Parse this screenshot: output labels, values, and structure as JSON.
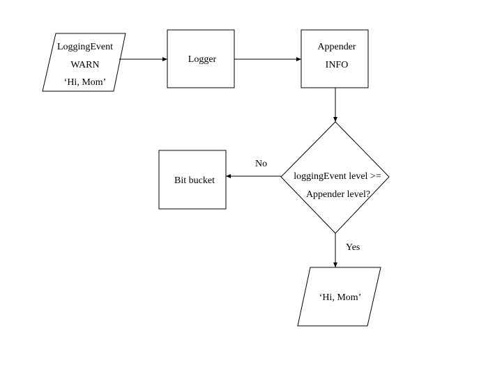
{
  "nodes": {
    "logging_event": {
      "lines": [
        "LoggingEvent",
        "WARN",
        "‘Hi, Mom’"
      ]
    },
    "logger": {
      "label": "Logger"
    },
    "appender": {
      "lines": [
        "Appender",
        "INFO"
      ]
    },
    "decision": {
      "lines": [
        "loggingEvent level >=",
        "Appender level?"
      ]
    },
    "bit_bucket": {
      "label": "Bit bucket"
    },
    "output": {
      "label": "‘Hi, Mom’"
    }
  },
  "edges": {
    "no_label": "No",
    "yes_label": "Yes"
  }
}
